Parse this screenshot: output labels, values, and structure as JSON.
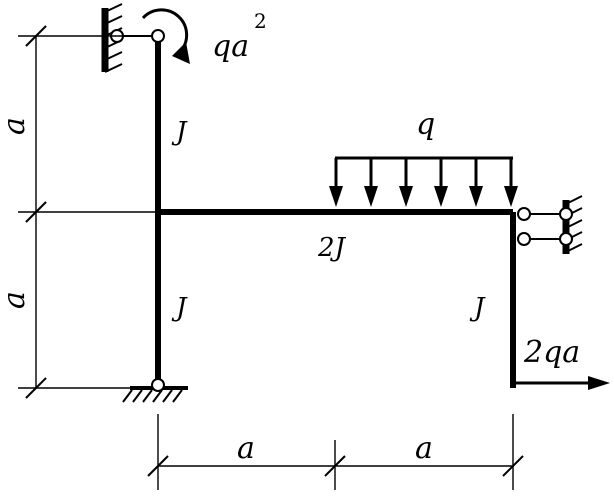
{
  "labels": {
    "moment": "qa",
    "moment_exp": "2",
    "dist_load": "q",
    "point_load": "2qa",
    "stiff_col_top": "J",
    "stiff_col_bottom": "J",
    "stiff_beam": "2J",
    "stiff_col_right": "J",
    "dim_upper": "a",
    "dim_lower": "a",
    "dim_left": "a",
    "dim_right": "a"
  }
}
